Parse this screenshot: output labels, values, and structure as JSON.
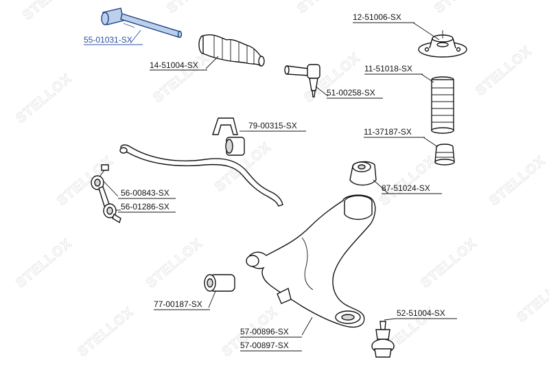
{
  "watermark": {
    "text": "STELLOX"
  },
  "parts": [
    {
      "id": "inner-tie-rod",
      "part_number": "55-01031-SX",
      "highlight": true
    },
    {
      "id": "steering-boot",
      "part_number": "14-51004-SX"
    },
    {
      "id": "top-strut-mount",
      "part_number": "12-51006-SX"
    },
    {
      "id": "shock-dust-boot",
      "part_number": "11-51018-SX"
    },
    {
      "id": "tie-rod-end",
      "part_number": "51-00258-SX"
    },
    {
      "id": "stabilizer-bushing",
      "part_number": "79-00315-SX"
    },
    {
      "id": "bump-stop",
      "part_number": "11-37187-SX"
    },
    {
      "id": "rear-arm-bushing",
      "part_number": "87-51024-SX"
    },
    {
      "id": "stabilizer-link-left",
      "part_number": "56-00843-SX"
    },
    {
      "id": "stabilizer-link-right",
      "part_number": "56-01286-SX"
    },
    {
      "id": "front-arm-bushing",
      "part_number": "77-00187-SX"
    },
    {
      "id": "ball-joint",
      "part_number": "52-51004-SX"
    },
    {
      "id": "control-arm-left",
      "part_number": "57-00896-SX"
    },
    {
      "id": "control-arm-right",
      "part_number": "57-00897-SX"
    }
  ],
  "colors": {
    "highlight": "#2a4ea0",
    "ink": "#111111",
    "watermark": "#e6e6e6"
  }
}
